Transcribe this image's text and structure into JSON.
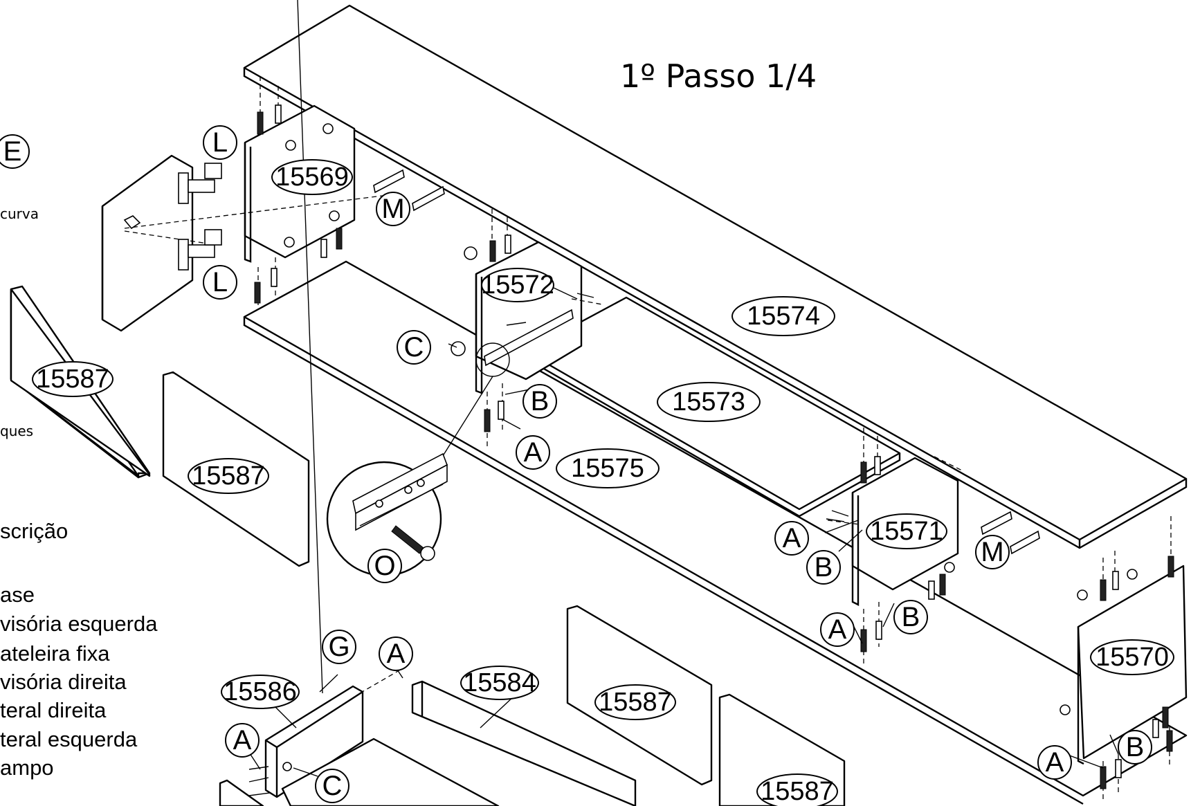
{
  "title": "1º Passo 1/4",
  "side_fragments": {
    "top_hint": "curva",
    "mid_hint": "ques"
  },
  "parts_list": {
    "heading": "scrição",
    "items": [
      "ase",
      "visória esquerda",
      "ateleira fixa",
      "visória direita",
      "teral direita",
      "teral esquerda",
      "ampo"
    ]
  },
  "part_codes": {
    "p15569": "15569",
    "p15570": "15570",
    "p15571": "15571",
    "p15572": "15572",
    "p15573": "15573",
    "p15574": "15574",
    "p15575": "15575",
    "p15584": "15584",
    "p15586": "15586",
    "p15587": "15587"
  },
  "hardware_letters": {
    "A": "A",
    "B": "B",
    "C": "C",
    "E": "E",
    "G": "G",
    "L": "L",
    "M": "M",
    "O": "O"
  }
}
